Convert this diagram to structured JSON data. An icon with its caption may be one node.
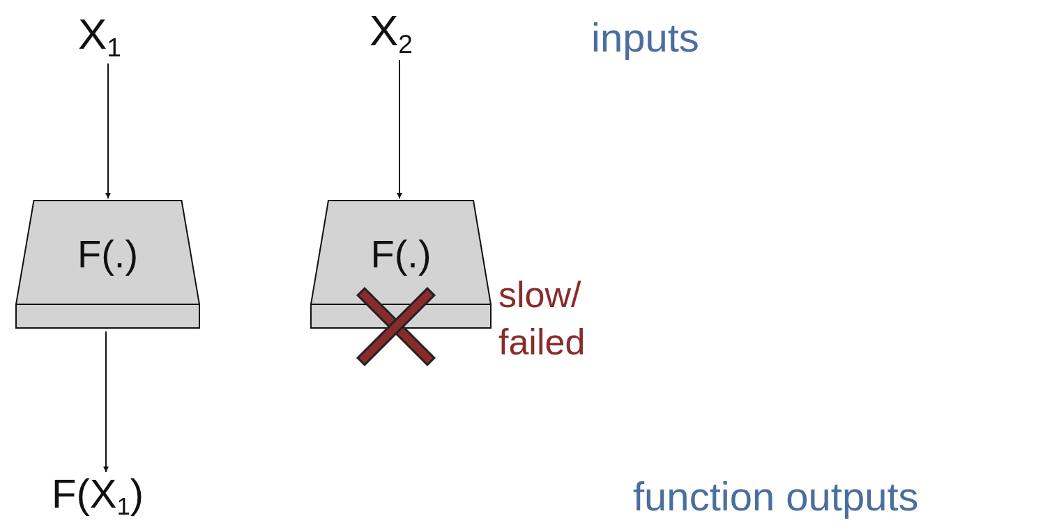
{
  "diagram": {
    "nodes": [
      {
        "text": [
          "X$_{1}$"
        ]
      },
      {
        "text": [
          "X$_{2}$"
        ]
      },
      {
        "text": [
          "F(.)"
        ]
      },
      {
        "text": [
          "F(.)"
        ],
        "beside": [
          "slow/ failed"
        ]
      },
      {
        "text": [
          "F(X$_{1}$)"
        ]
      }
    ],
    "edges": [
      {
        "from": 0,
        "to": 2,
        "arrow": "to"
      },
      {
        "from": 1,
        "to": 3,
        "arrow": "to"
      },
      {
        "from": 2,
        "to": 4,
        "arrow": "to"
      }
    ],
    "labels": [
      "inputs",
      "function outputs"
    ]
  }
}
